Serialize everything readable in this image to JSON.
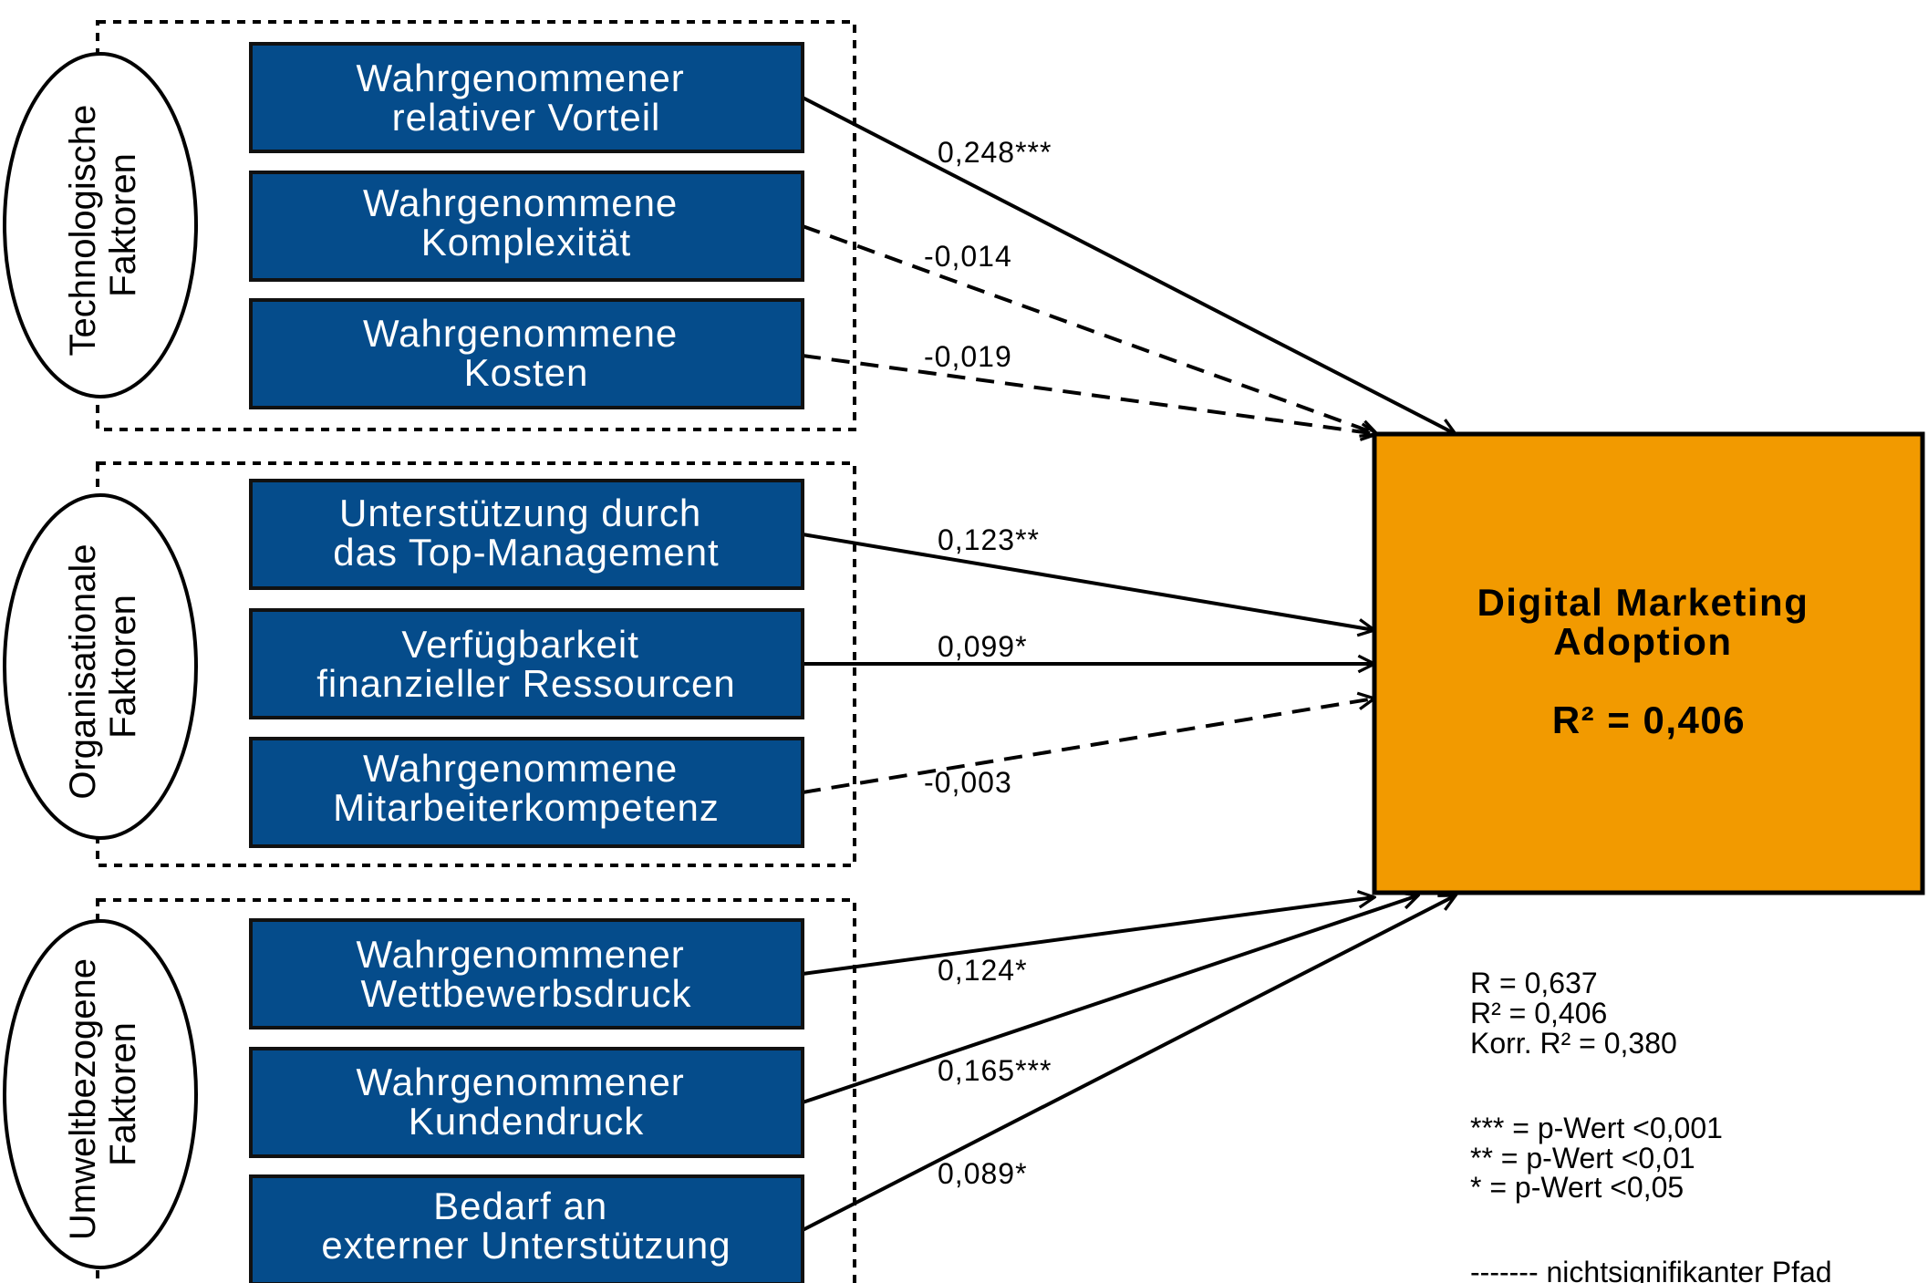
{
  "groups": [
    {
      "id": "tech",
      "line1": "Technologische",
      "line2": "Faktoren"
    },
    {
      "id": "org",
      "line1": "Organisationale",
      "line2": "Faktoren"
    },
    {
      "id": "env",
      "line1": "Umweltbezogene",
      "line2": "Faktoren"
    }
  ],
  "factors": [
    {
      "id": "vorteil",
      "line1": "Wahrgenommener",
      "line2": "relativer Vorteil",
      "coef": "0,248***",
      "significant": true
    },
    {
      "id": "komplexitaet",
      "line1": "Wahrgenommene",
      "line2": "Komplexität",
      "coef": "-0,014",
      "significant": false
    },
    {
      "id": "kosten",
      "line1": "Wahrgenommene",
      "line2": "Kosten",
      "coef": "-0,019",
      "significant": false
    },
    {
      "id": "topmanagement",
      "line1": "Unterstützung durch",
      "line2": "das Top-Management",
      "coef": "0,123**",
      "significant": true
    },
    {
      "id": "ressourcen",
      "line1": "Verfügbarkeit",
      "line2": "finanzieller Ressourcen",
      "coef": "0,099*",
      "significant": true
    },
    {
      "id": "kompetenz",
      "line1": "Wahrgenommene",
      "line2": "Mitarbeiterkompetenz",
      "coef": "-0,003",
      "significant": false
    },
    {
      "id": "wettbewerb",
      "line1": "Wahrgenommener",
      "line2": "Wettbewerbsdruck",
      "coef": "0,124*",
      "significant": true
    },
    {
      "id": "kunden",
      "line1": "Wahrgenommener",
      "line2": "Kundendruck",
      "coef": "0,165***",
      "significant": true
    },
    {
      "id": "extern",
      "line1": "Bedarf an",
      "line2": "externer Unterstützung",
      "coef": "0,089*",
      "significant": true
    }
  ],
  "target": {
    "line1": "Digital Marketing",
    "line2": "Adoption",
    "r2": "R² = 0,406"
  },
  "stats": [
    "R = 0,637",
    "R² = 0,406",
    "Korr. R² = 0,380"
  ],
  "legend": [
    "*** = p-Wert <0,001",
    "** = p-Wert <0,01",
    "* = p-Wert <0,05",
    "------- nichtsignifikanter Pfad"
  ],
  "colors": {
    "factor_fill": "#054C8B",
    "factor_border": "#111111",
    "target_fill": "#F29A00",
    "line": "#000000",
    "text_light": "#FFFFFF"
  }
}
